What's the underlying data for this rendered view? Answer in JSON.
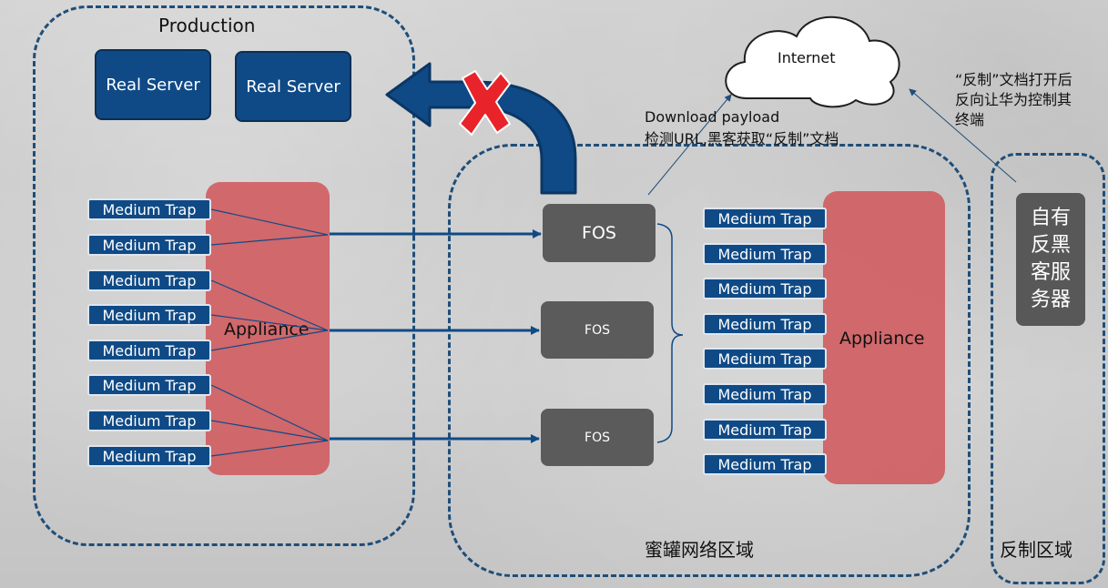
{
  "zones": {
    "production": "Production",
    "honeynet": "蜜罐网络区域",
    "counter": "反制区域"
  },
  "servers": [
    "Real Server",
    "Real Server"
  ],
  "left_traps": [
    "Medium Trap",
    "Medium Trap",
    "Medium Trap",
    "Medium Trap",
    "Medium Trap",
    "Medium Trap",
    "Medium Trap",
    "Medium Trap"
  ],
  "right_traps": [
    "Medium Trap",
    "Medium Trap",
    "Medium Trap",
    "Medium Trap",
    "Medium Trap",
    "Medium Trap",
    "Medium Trap",
    "Medium Trap"
  ],
  "left_appliance": "Appliance",
  "right_appliance": "Appliance",
  "fos": [
    "FOS",
    "FOS",
    "FOS"
  ],
  "internet": "Internet",
  "annotations": {
    "download_line1": "Download payload",
    "download_line2": "检测URL,黑客获取“反制”文档",
    "counter_line1": "“反制”文档打开后",
    "counter_line2": "反向让华为控制其",
    "counter_line3": "终端"
  },
  "counter_server": [
    "自有",
    "反黑",
    "客服",
    "务器"
  ],
  "colors": {
    "navy": "#0f4a86",
    "dashed_border": "#1f4e79",
    "appliance_red": "#cf5e63",
    "fos_gray": "#5b5b5b",
    "cross_red": "#e8242a"
  }
}
